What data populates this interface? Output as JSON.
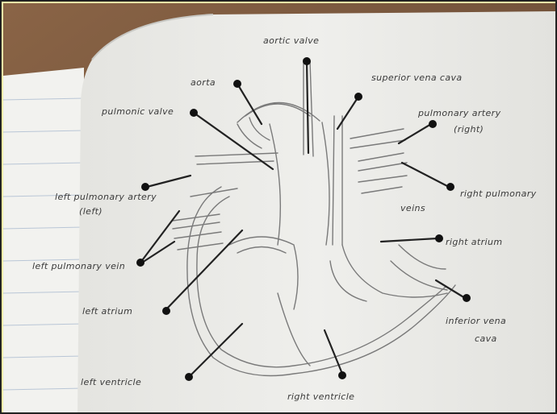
{
  "photo": {
    "subject": "hand-drawn-heart-diagram",
    "colors": {
      "frame": "#fdf7a8",
      "table": "#7a5a3e",
      "paper": "#ecece9",
      "pencil": "#777777",
      "dot": "#111111"
    }
  },
  "labels": {
    "aortic_valve": "aortic valve",
    "aorta": "aorta",
    "superior_vena_cava": "superior vena cava",
    "pulmonary_valve": "pulmonic valve",
    "pulmonary_artery_right": "pulmonary artery",
    "pulmonary_artery_right_sub": "(right)",
    "pulmonary_artery_left": "left pulmonary artery",
    "pulmonary_artery_left_sub": "(left)",
    "right_pulmonary_veins": "right pulmonary",
    "right_pulmonary_veins_sub": "veins",
    "left_pulmonary_veins": "left pulmonary vein",
    "right_atrium": "right atrium",
    "left_atrium": "left atrium",
    "inferior_vena_cava": "inferior vena",
    "inferior_vena_cava_sub": "cava",
    "left_ventricle": "left ventricle",
    "right_ventricle": "right ventricle"
  }
}
